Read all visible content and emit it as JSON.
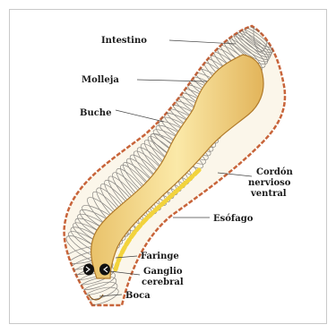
{
  "diagram": {
    "labels": {
      "intestino": "Intestino",
      "molleja": "Molleja",
      "buche": "Buche",
      "cordon_1": "Cordón",
      "cordon_2": "nervioso",
      "cordon_3": "ventral",
      "esofago": "Esófago",
      "faringe": "Faringe",
      "ganglio_1": "Ganglio",
      "ganglio_2": "cerebral",
      "boca": "Boca"
    },
    "colors": {
      "gut": "#f4dc8e",
      "gut_edge": "#b07a2a",
      "body_outline": "#c8643a",
      "segments": "#555555",
      "nerve_cord": "#f2d33d",
      "label_line": "#444444"
    }
  }
}
